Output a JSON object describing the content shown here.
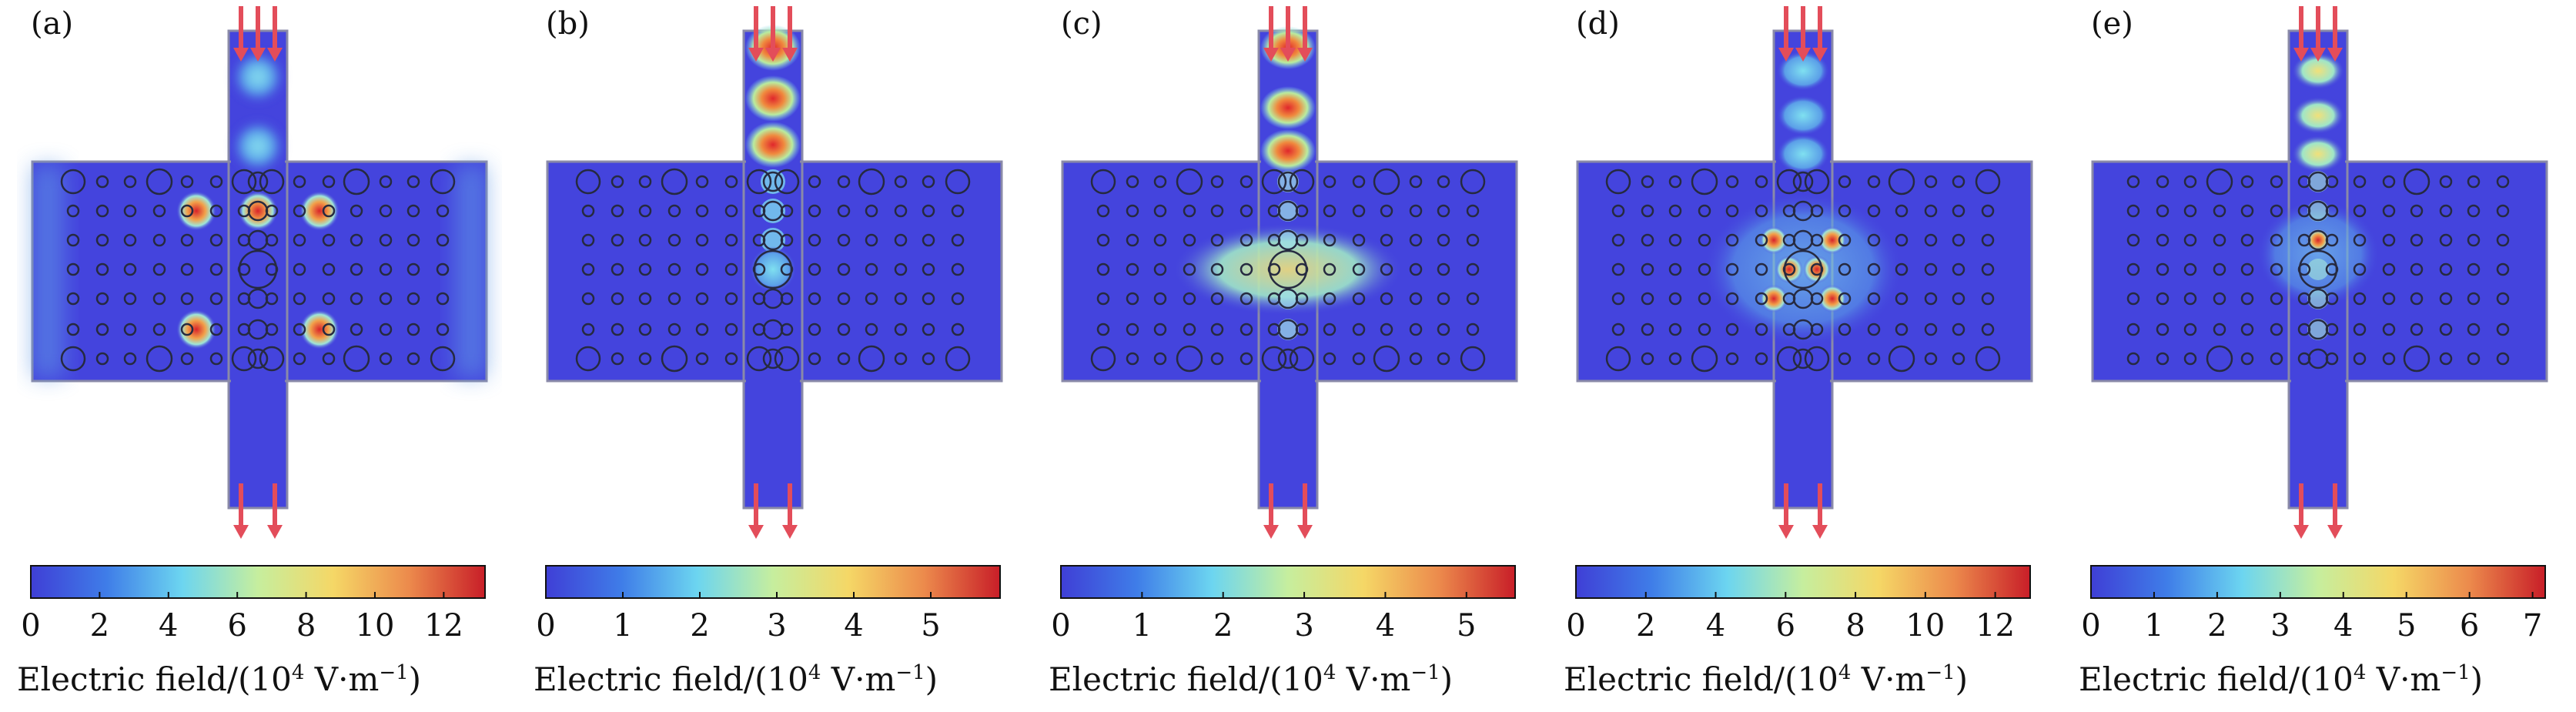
{
  "colorbar": {
    "stops": [
      "#3f3fd6",
      "#3f7de8",
      "#6cd5f0",
      "#c6ee9e",
      "#f5d766",
      "#ec8a4c",
      "#c81e28"
    ],
    "background_level_color": "#4444dd"
  },
  "panels": [
    {
      "label": "(a)",
      "colorbar_title": "Electric field/(10",
      "colorbar_exp": "4",
      "colorbar_unit": " V·m",
      "colorbar_unit_exp": "−1",
      "colorbar_close": ")",
      "ticks": [
        "0",
        "2",
        "4",
        "6",
        "8",
        "10",
        "12"
      ],
      "tick_values": [
        0,
        2,
        4,
        6,
        8,
        10,
        12
      ],
      "max": 13.2
    },
    {
      "label": "(b)",
      "colorbar_title": "Electric field/(10",
      "colorbar_exp": "4",
      "colorbar_unit": " V·m",
      "colorbar_unit_exp": "−1",
      "colorbar_close": ")",
      "ticks": [
        "0",
        "1",
        "2",
        "3",
        "4",
        "5"
      ],
      "tick_values": [
        0,
        1,
        2,
        3,
        4,
        5
      ],
      "max": 5.9
    },
    {
      "label": "(c)",
      "colorbar_title": "Electric field/(10",
      "colorbar_exp": "4",
      "colorbar_unit": " V·m",
      "colorbar_unit_exp": "−1",
      "colorbar_close": ")",
      "ticks": [
        "0",
        "1",
        "2",
        "3",
        "4",
        "5"
      ],
      "tick_values": [
        0,
        1,
        2,
        3,
        4,
        5
      ],
      "max": 5.6
    },
    {
      "label": "(d)",
      "colorbar_title": "Electric field/(10",
      "colorbar_exp": "4",
      "colorbar_unit": " V·m",
      "colorbar_unit_exp": "−1",
      "colorbar_close": ")",
      "ticks": [
        "0",
        "2",
        "4",
        "6",
        "8",
        "10",
        "12"
      ],
      "tick_values": [
        0,
        2,
        4,
        6,
        8,
        10,
        12
      ],
      "max": 13
    },
    {
      "label": "(e)",
      "colorbar_title": "Electric field/(10",
      "colorbar_exp": "4",
      "colorbar_unit": " V·m",
      "colorbar_unit_exp": "−1",
      "colorbar_close": ")",
      "ticks": [
        "0",
        "1",
        "2",
        "3",
        "4",
        "5",
        "6",
        "7"
      ],
      "tick_values": [
        0,
        1,
        2,
        3,
        4,
        5,
        6,
        7
      ],
      "max": 7.2
    }
  ]
}
